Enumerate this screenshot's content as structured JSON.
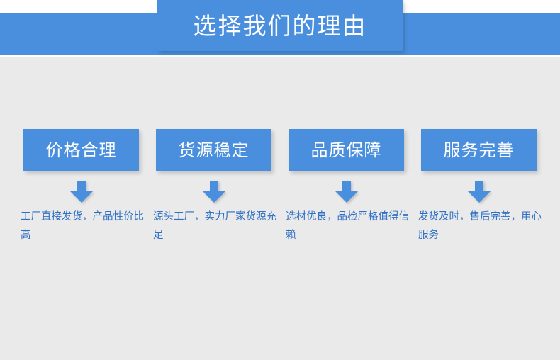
{
  "header": {
    "title": "选择我们的理由",
    "band_color": "#4a8fdd",
    "box_color": "#4a8fdd",
    "title_color": "#ffffff"
  },
  "page": {
    "background_color": "#eaeaea"
  },
  "features": [
    {
      "title": "价格合理",
      "description": "工厂直接发货，产品性价比高",
      "arrow_icon": "arrow-down-icon"
    },
    {
      "title": "货源稳定",
      "description": "源头工厂，实力厂家货源充足",
      "arrow_icon": "arrow-down-icon"
    },
    {
      "title": "品质保障",
      "description": "选材优良，品检严格值得信赖",
      "arrow_icon": "arrow-down-icon"
    },
    {
      "title": "服务完善",
      "description": "发货及时，售后完善，用心服务",
      "arrow_icon": "arrow-down-icon"
    }
  ],
  "colors": {
    "accent_blue": "#4a8fdd",
    "text_blue": "#2f6fc4",
    "background_gray": "#eaeaea",
    "white": "#ffffff"
  }
}
